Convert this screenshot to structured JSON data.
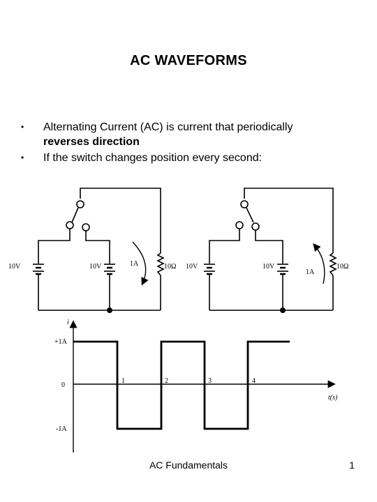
{
  "title": "AC WAVEFORMS",
  "bullets": [
    {
      "line1": "Alternating Current (AC) is current that periodically",
      "line2": "reverses direction"
    },
    {
      "line1": "If the switch changes position every second:"
    }
  ],
  "circuits": [
    {
      "left_source": "10V",
      "right_source": "10V",
      "current": "1A",
      "resistor": "10Ω"
    },
    {
      "left_source": "10V",
      "right_source": "10V",
      "current": "1A",
      "resistor": "10Ω"
    }
  ],
  "graph": {
    "y_axis_label": "i",
    "x_axis_label": "t(s)",
    "y_ticks": [
      "+1A",
      "0",
      "-1A"
    ],
    "x_ticks": [
      "1",
      "2",
      "3",
      "4"
    ]
  },
  "footer": {
    "center": "AC Fundamentals",
    "page": "1"
  }
}
